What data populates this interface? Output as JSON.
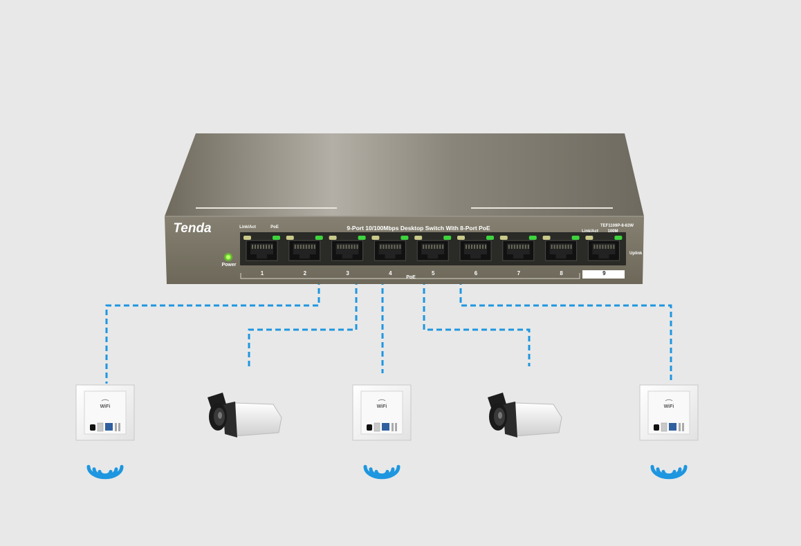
{
  "switch": {
    "brand": "Tenda",
    "title": "9-Port 10/100Mbps Desktop Switch With 8-Port PoE",
    "model": "TEF1109P-8-63W",
    "power_label": "Power",
    "link_act_label": "Link/Act",
    "poe_label": "PoE",
    "link_act_label_right": "Link/Act",
    "speed_label": "100M",
    "uplink_label": "Uplink",
    "poe_bracket_label": "PoE",
    "ports": [
      {
        "number": "1"
      },
      {
        "number": "2"
      },
      {
        "number": "3"
      },
      {
        "number": "4"
      },
      {
        "number": "5"
      },
      {
        "number": "6"
      },
      {
        "number": "7"
      },
      {
        "number": "8"
      },
      {
        "number": "9"
      }
    ]
  },
  "devices": [
    {
      "type": "wall-ap",
      "label": "WiFi",
      "wifi": true
    },
    {
      "type": "bullet-camera"
    },
    {
      "type": "wall-ap",
      "label": "WiFi",
      "wifi": true
    },
    {
      "type": "bullet-camera"
    },
    {
      "type": "wall-ap",
      "label": "WiFi",
      "wifi": true
    }
  ],
  "colors": {
    "background": "#e8e8e8",
    "switch_body": "#7b7566",
    "link_line": "#1e96e0",
    "led_green": "#3ed43e",
    "led_amber": "#c9c98a"
  }
}
